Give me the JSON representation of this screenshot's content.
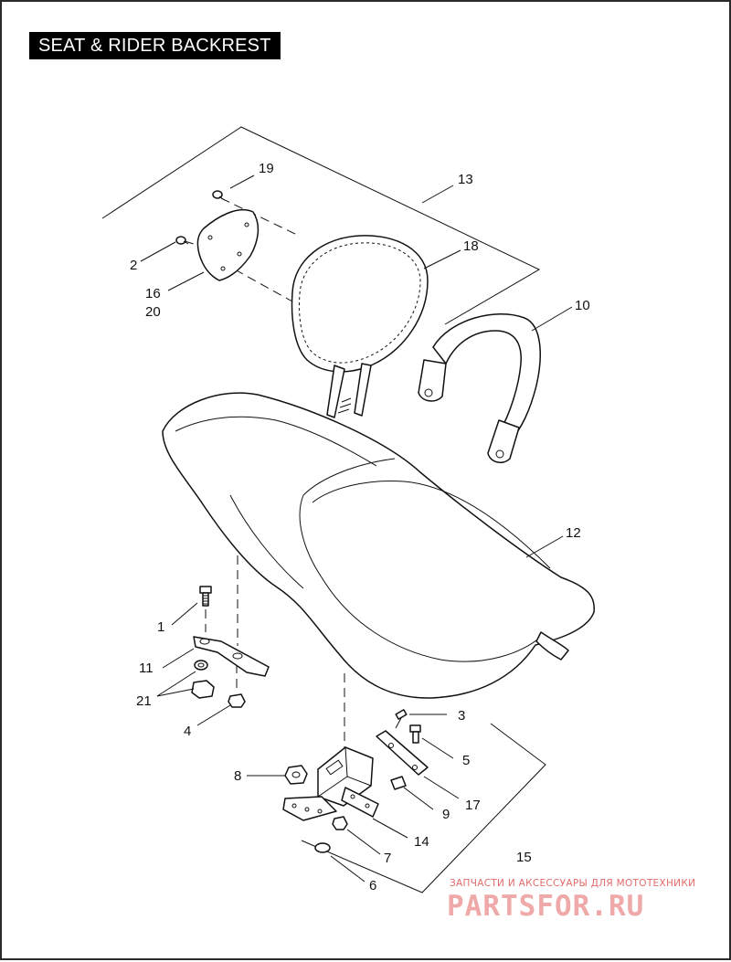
{
  "title": "SEAT & RIDER BACKREST",
  "callouts": {
    "c1": "1",
    "c2": "2",
    "c3": "3",
    "c4": "4",
    "c5": "5",
    "c6": "6",
    "c7": "7",
    "c8": "8",
    "c9": "9",
    "c10": "10",
    "c11": "11",
    "c12": "12",
    "c13": "13",
    "c14": "14",
    "c15": "15",
    "c16": "16",
    "c17": "17",
    "c18": "18",
    "c19": "19",
    "c20": "20",
    "c21": "21"
  },
  "watermark": {
    "caption": "ЗАПЧАСТИ И АКСЕССУАРЫ ДЛЯ МОТОТЕХНИКИ",
    "logo": "PARTSFOR.RU"
  },
  "colors": {
    "title_bg": "#000000",
    "title_text": "#ffffff",
    "line": "#111111",
    "watermark": "#e26a6a"
  }
}
